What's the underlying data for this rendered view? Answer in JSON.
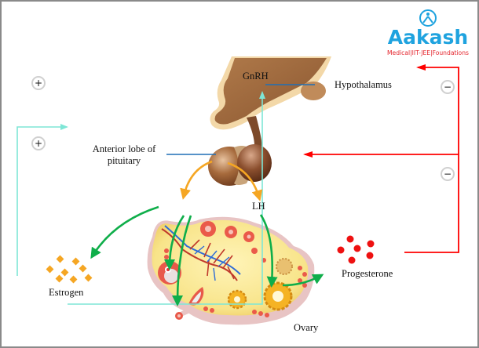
{
  "logo": {
    "brand": "Aakash",
    "tagline": "Medical|IIT-JEE|Foundations",
    "brand_color": "#1fa3df",
    "tagline_color": "#e4252d"
  },
  "labels": {
    "gnrh": "GnRH",
    "hypothalamus": "Hypothalamus",
    "anterior_pituitary_line1": "Anterior lobe of",
    "anterior_pituitary_line2": "pituitary",
    "lh": "LH",
    "estrogen": "Estrogen",
    "progesterone": "Progesterone",
    "ovary": "Ovary"
  },
  "feedback_signs": {
    "estrogen_to_hypothalamus": "+",
    "estrogen_to_pituitary": "+",
    "progesterone_to_hypothalamus": "−",
    "progesterone_to_pituitary": "−"
  },
  "colors": {
    "positive_feedback": "#7ee6d6",
    "negative_feedback": "#ff0000",
    "pituitary_hormone_arrow": "#f5a623",
    "ovary_arrow": "#0fae4a",
    "label_leader": "#1f6fb5",
    "estrogen_marker": "#f5a623",
    "progesterone_marker": "#ee1111"
  }
}
